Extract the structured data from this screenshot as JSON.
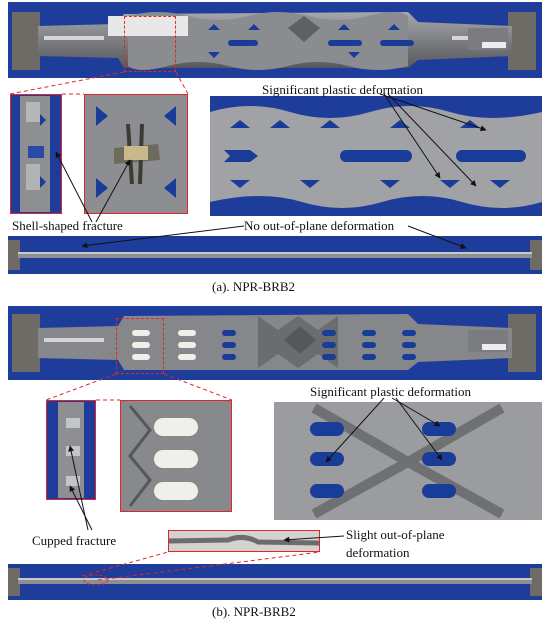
{
  "panel_a": {
    "caption": "(a). NPR-BRB2",
    "labels": {
      "significant": "Significant plastic deformation",
      "shell": "Shell-shaped fracture",
      "no_out_of_plane": "No out-of-plane deformation"
    }
  },
  "panel_b": {
    "caption": "(b). NPR-BRB2",
    "labels": {
      "significant": "Significant plastic deformation",
      "cupped": "Cupped fracture",
      "slight_line1": "Slight out-of-plane",
      "slight_line2": "deformation"
    }
  },
  "colors": {
    "background_blue": "#1c3f9e",
    "steel": "#8d8f92",
    "steel_dark": "#5a5c60",
    "callout_red": "#e0262b",
    "hole": "#1a3c99",
    "insert_white": "#f1efe9"
  }
}
